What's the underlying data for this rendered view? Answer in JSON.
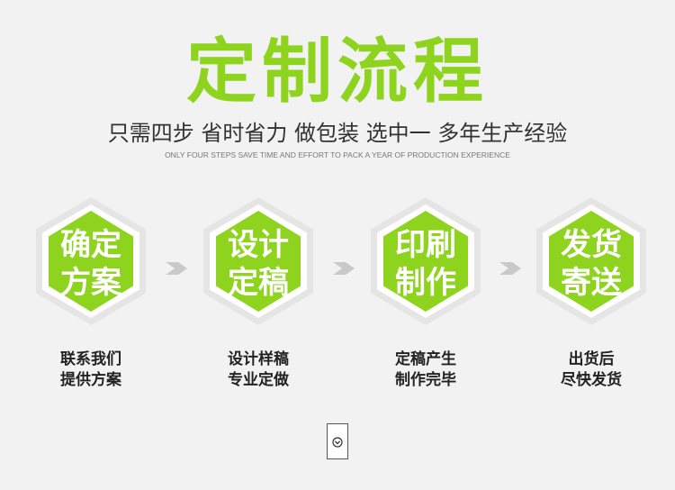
{
  "header": {
    "title": "定制流程",
    "subtitle": "只需四步 省时省力 做包装 选中一 多年生产经验",
    "subtitle_en": "ONLY FOUR STEPS SAVE TIME AND EFFORT TO PACK A YEAR OF PRODUCTION EXPERIENCE"
  },
  "colors": {
    "accent": "#8ed31e",
    "hex_outer": "#e5e5e5",
    "hex_ring": "#ffffff"
  },
  "steps": [
    {
      "line1": "确定",
      "line2": "方案",
      "desc1": "联系我们",
      "desc2": "提供方案"
    },
    {
      "line1": "设计",
      "line2": "定稿",
      "desc1": "设计样稿",
      "desc2": "专业定做"
    },
    {
      "line1": "印刷",
      "line2": "制作",
      "desc1": "定稿产生",
      "desc2": "制作完毕"
    },
    {
      "line1": "发货",
      "line2": "寄送",
      "desc1": "出货后",
      "desc2": "尽快发货"
    }
  ],
  "icons": {
    "arrow": "chevron-right-icon",
    "scroll": "circle-chevron-down-icon"
  }
}
